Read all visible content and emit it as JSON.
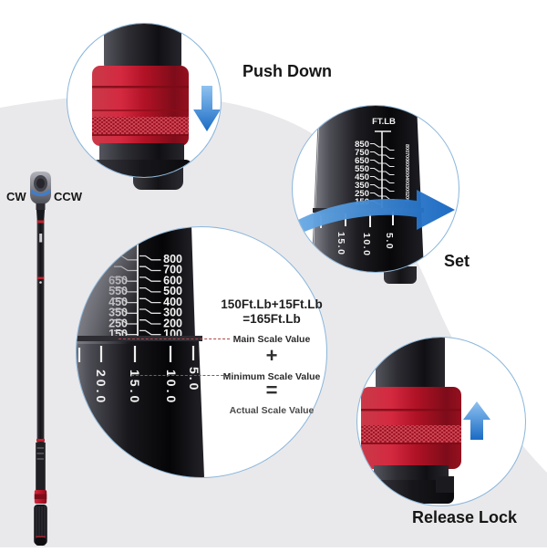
{
  "stage": {
    "bg_color": "#ffffff",
    "blob_color": "#e9e9eb",
    "rim_blue": "#8ab6dc",
    "arrow_blue": "#2f7fd0",
    "knob_red": "#b81225",
    "dashed_red": "#b04848"
  },
  "wrench": {
    "cw": "CW",
    "ccw": "CCW"
  },
  "callouts": {
    "push_down": {
      "label": "Push Down"
    },
    "set": {
      "label": "Set"
    },
    "release_lock": {
      "label": "Release Lock"
    }
  },
  "set_scale": {
    "unit": "FT.LB",
    "left": [
      "850",
      "750",
      "650",
      "550",
      "450",
      "350",
      "250",
      "150"
    ],
    "right": [
      "800",
      "700",
      "600",
      "500",
      "400",
      "300",
      "200"
    ],
    "micrometer": [
      "15.0",
      "10.0",
      "5.0"
    ]
  },
  "main_scale": {
    "left": [
      "650",
      "550",
      "450",
      "350",
      "250",
      "150"
    ],
    "right": [
      "800",
      "700",
      "600",
      "500",
      "400",
      "300",
      "200",
      "100"
    ],
    "micrometer": [
      "20.0",
      "15.0",
      "10.0",
      "5.0"
    ]
  },
  "formula": {
    "line1": "150Ft.Lb+15Ft.Lb",
    "line2": "=165Ft.Lb",
    "main_label": "Main Scale Value",
    "plus": "+",
    "min_label": "Minimum Scale Value",
    "equals": "=",
    "actual_label": "Actual Scale Value"
  }
}
